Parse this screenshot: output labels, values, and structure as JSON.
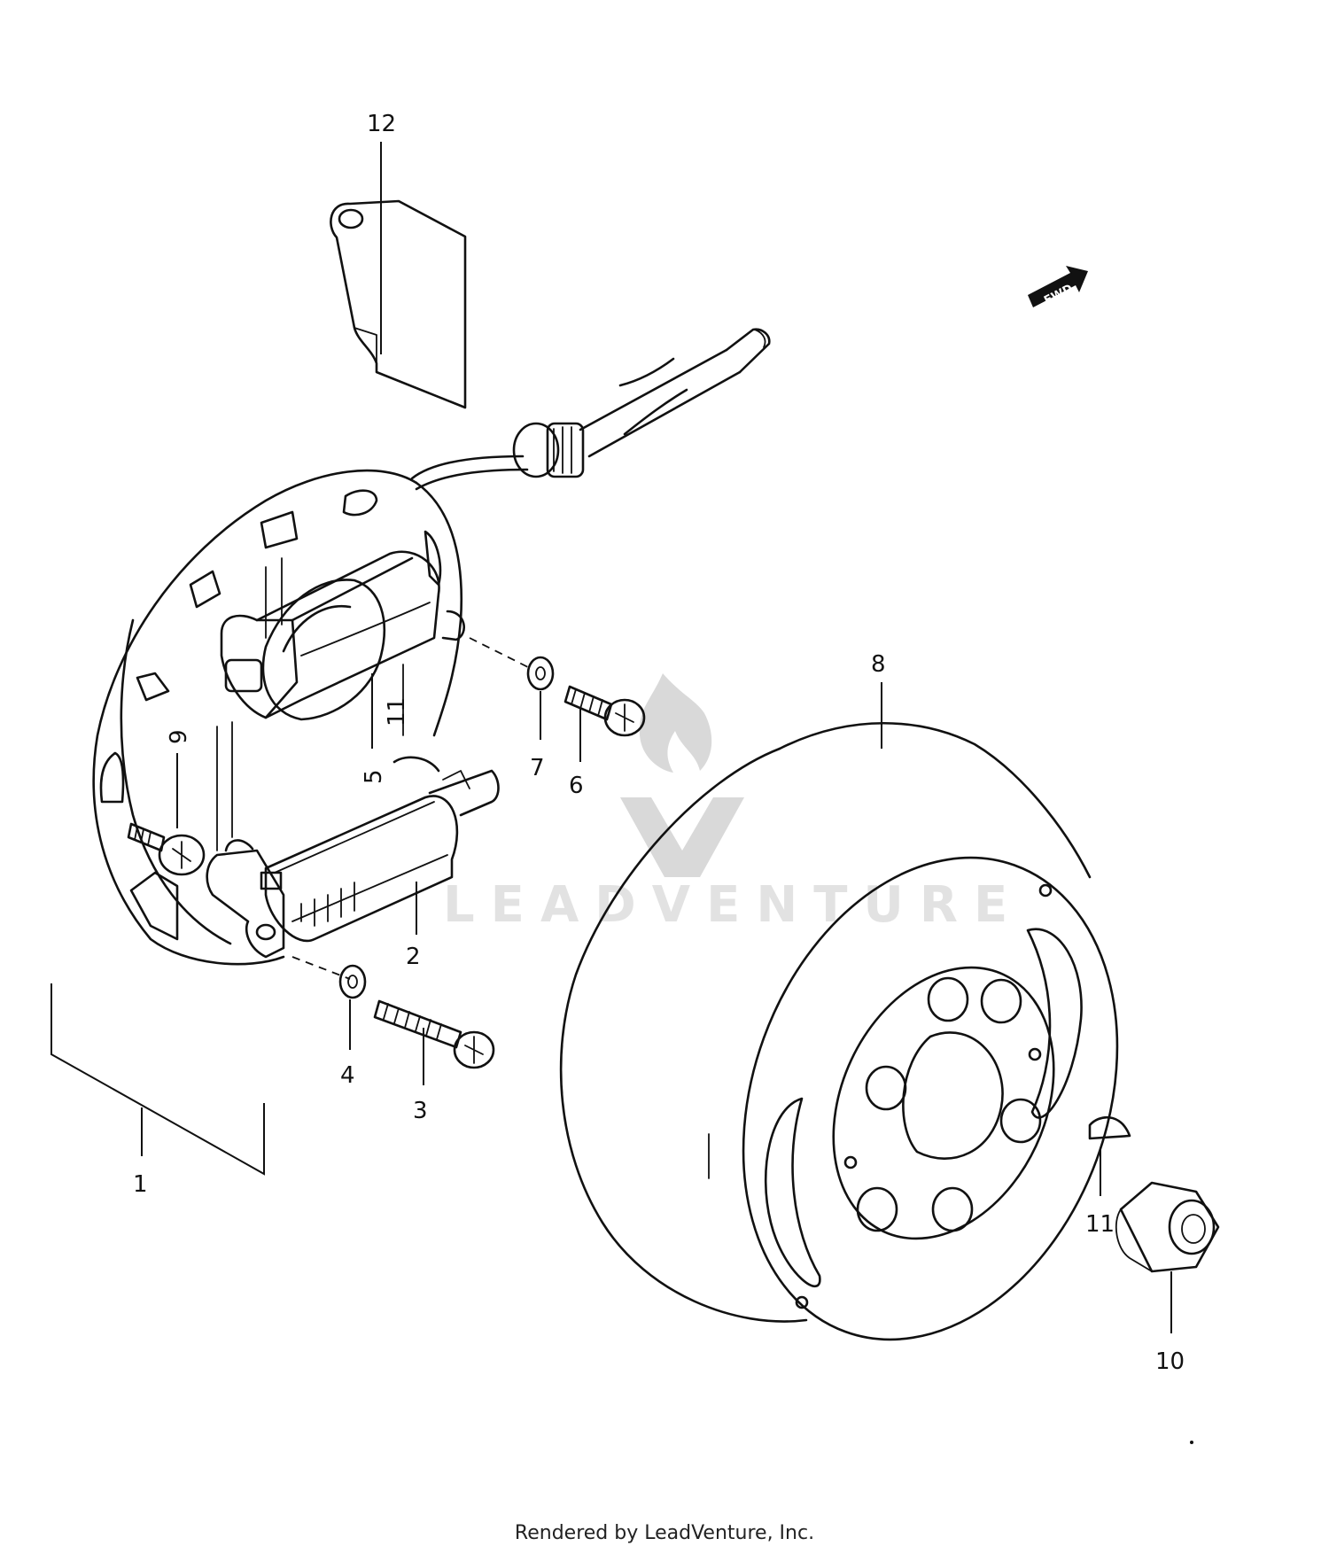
{
  "diagram": {
    "callouts": {
      "p1": "1",
      "p2": "2",
      "p3": "3",
      "p4": "4",
      "p5": "5",
      "p6": "6",
      "p7": "7",
      "p8": "8",
      "p9": "9",
      "p10": "10",
      "p11": "11",
      "p12": "12"
    },
    "direction_arrow": "FWD",
    "watermark": "LEADVENTURE"
  },
  "footer": {
    "credit": "Rendered by LeadVenture, Inc."
  },
  "colors": {
    "ink": "#111111",
    "background": "#ffffff",
    "watermark": "#d9d9d9"
  }
}
